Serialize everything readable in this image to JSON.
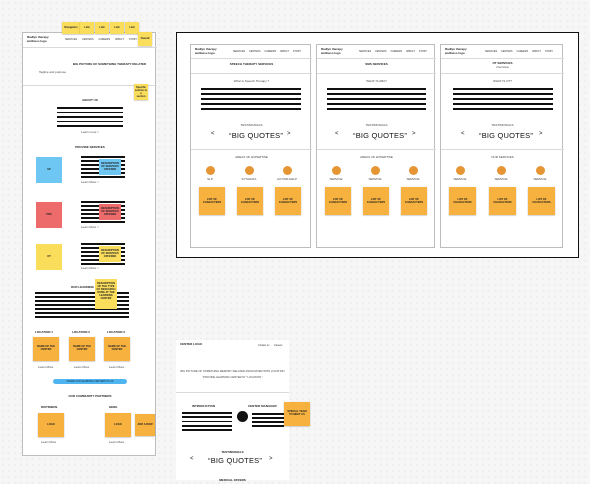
{
  "left_page": {
    "logo": "Radlyn therapy\nwellness logo",
    "nav": [
      "SERVICES",
      "CENTERS",
      "CAREERS",
      "IMPACT",
      "STORY"
    ],
    "hero_heading": "BIG PICTURE OF SOMETHING THERAPY RELATED",
    "tagline": "Tagline and purpose",
    "about": "ABOUT US",
    "learn_more": "Learn more >",
    "services_heading": "PROVIDE SERVICES",
    "services": [
      {
        "label": "SP",
        "desc": "DESCRIPTION\nOF SERVICES\nOFFERED",
        "learn": "Learn More >",
        "color": "#6ec6f2"
      },
      {
        "label": "PRS",
        "desc": "DESCRIPTION\nOF SERVICES\nOFFERED",
        "learn": "Learn More >",
        "color": "#ee6b6b"
      },
      {
        "label": "OT",
        "desc": "DESCRIPTION\nOF SERVICES\nOFFERED",
        "learn": "Learn More >",
        "color": "#fbdd5c"
      }
    ],
    "centers_heading": "OUR LEARNING CENTERS",
    "centers_note": "DESCRIPTION\nOF THE TYPE\nOF RESEARCH\nDONE AT THE\nLEARNING\nCENTER",
    "locations": [
      {
        "label": "LOCATION 1",
        "name": "NAME OF THE\nCENTER",
        "learn": "Learn More"
      },
      {
        "label": "LOCATION 2",
        "name": "NAME OF THE\nCENTER",
        "learn": "Learn More"
      },
      {
        "label": "LOCATION 3",
        "name": "NAME OF THE\nCENTER",
        "learn": "Learn More"
      }
    ],
    "cta": "SHARE OUR LEARNING CENTERS TO US",
    "partners_heading": "OUR COMMUNITY PARTNERS",
    "partners": [
      {
        "label": "DISTRIBUN",
        "logo": "LOGO",
        "learn": "Learn More"
      },
      {
        "label": "HERE",
        "logo": "LOGO",
        "learn": "Learn More"
      }
    ],
    "add_more": "ADD A ROW"
  },
  "top_stickies": [
    "Navigation",
    "Link",
    "Link",
    "Link",
    "Link"
  ],
  "side_sticky": "Overall",
  "side_sticky_2": "Specific\nsection to a\nsection",
  "frame_pages": [
    {
      "logo": "Radlyn therapy\nwellness logo",
      "nav": [
        "SERVICES",
        "CENTERS",
        "CAREERS",
        "IMPACT",
        "STORY"
      ],
      "title": "SPEECH THERAPY SERVICES",
      "question": "What Is Speech Therapy ?",
      "testimonials": "TESTIMONIALS",
      "testimonials_sub": "",
      "quote": "“BIG QUOTES”",
      "areas": "AREAS OF EXPERTISE",
      "circles": [
        "SLP",
        "DYSLEXIA",
        "AUTISM HELP"
      ],
      "cards": [
        "LIST OF\nCHARACTERS",
        "LIST OF\nCHARACTERS",
        "LIST OF\nCHARACTERS"
      ]
    },
    {
      "logo": "Radlyn therapy\nwellness logo",
      "nav": [
        "SERVICES",
        "CENTERS",
        "CAREERS",
        "IMPACT",
        "STORY"
      ],
      "title": "SMS SERVICES",
      "question": "WHAT IS ABA?",
      "testimonials": "TESTIMONIALS",
      "testimonials_sub": "",
      "quote": "“BIG QUOTES”",
      "areas": "AREAS OF EXPERTISE",
      "circles": [
        "SERVICE",
        "SERVICE",
        "SERVICE"
      ],
      "cards": [
        "LIST OF\nCHARACTERS",
        "LIST OF\nCHARACTERS",
        "LIST OF\nCHARACTERS"
      ]
    },
    {
      "logo": "Radlyn therapy\nwellness logo",
      "nav": [
        "SERVICES",
        "CENTERS",
        "CAREERS",
        "IMPACT",
        "STORY"
      ],
      "title": "OT SERVICES",
      "subtitle": "Overview",
      "question": "WHAT IS OT?",
      "testimonials": "TESTIMONIALS",
      "testimonials_sub": "",
      "quote": "“BIG QUOTES”",
      "areas": "OUR SERVICES",
      "circles": [
        "SERVICE",
        "SERVICE",
        "SERVICE"
      ],
      "cards": [
        "LIST OF\nCHARACTERS",
        "LIST OF\nCHARACTERS",
        "LIST OF\nCHARACTERS"
      ]
    }
  ],
  "center_page": {
    "logo": "CENTER LOGO",
    "nav": [
      "Contact us",
      "Careers"
    ],
    "hero": "BIG PICTURE OF SOMETHING MEMORY RELATED ASSOCIATED WITH LOCATION",
    "hero_sub": "“PROVIDE LEARNING CENTER IN * LOCATION ”",
    "intro_label": "INTRODUCTION",
    "manager_label": "CENTER MANAGER",
    "manager_note": "SPECIAL TEAM\nTO MEET US",
    "testimonials": "TESTIMONIALS",
    "quote": "“BIG QUOTES”",
    "footer": "MEDICAL OFFERS"
  }
}
